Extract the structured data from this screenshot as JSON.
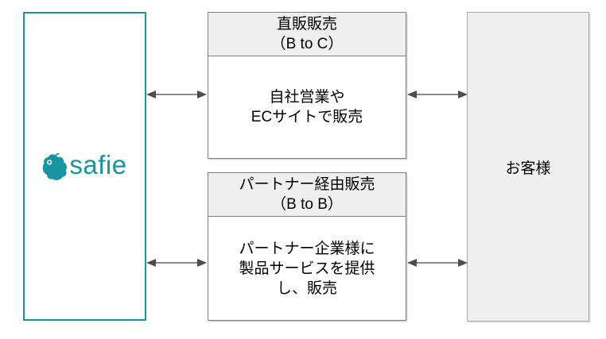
{
  "colors": {
    "brand_teal": "#1795A2",
    "box_header_fill": "#EFEFEF",
    "customer_fill": "#EFEFEF",
    "box_border": "#7F7F7F",
    "customer_border": "#A6A6A6",
    "arrow_line": "#8C8C8C",
    "arrow_head": "#4D4D4D",
    "text": "#000000"
  },
  "provider": {
    "logo_text": "safie",
    "logo_icon": "safie-bird-icon"
  },
  "channels": [
    {
      "header_line1": "直販販売",
      "header_line2": "（B to C）",
      "body_lines": [
        "自社営業や",
        "ECサイトで販売"
      ]
    },
    {
      "header_line1": "パートナー経由販売",
      "header_line2": "（B to B）",
      "body_lines": [
        "パートナー企業様に",
        "製品サービスを提供",
        "し、販売"
      ]
    }
  ],
  "customer": {
    "label": "お客様"
  },
  "icons": {
    "arrow": "double-headed-arrow-icon"
  }
}
